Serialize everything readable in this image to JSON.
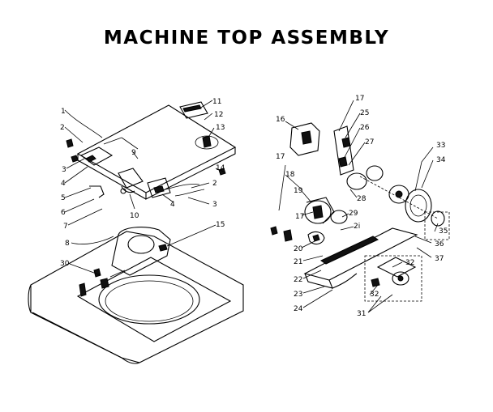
{
  "title": "MACHINE TOP ASSEMBLY",
  "callouts": {
    "c1": "1",
    "c2a": "2",
    "c2b": "2",
    "c3a": "3",
    "c3b": "3",
    "c4a": "4",
    "c4b": "4",
    "c5": "5",
    "c6": "6",
    "c7": "7",
    "c8": "8",
    "c9": "9",
    "c10": "10",
    "c11": "11",
    "c12": "12",
    "c13": "13",
    "c14": "14",
    "c15": "15",
    "c16": "16",
    "c17a": "17",
    "c17b": "17",
    "c17c": "17",
    "c18": "18",
    "c19": "19",
    "c20": "20",
    "c21": "21",
    "c22": "22",
    "c23": "23",
    "c24": "24",
    "c25": "25",
    "c26": "26",
    "c27": "27",
    "c28": "28",
    "c29": "29",
    "c2x": "2i",
    "c30": "30",
    "c31": "31",
    "c32a": "32",
    "c32b": "32",
    "c33": "33",
    "c34": "34",
    "c35": "35",
    "c36": "36",
    "c37": "37"
  }
}
